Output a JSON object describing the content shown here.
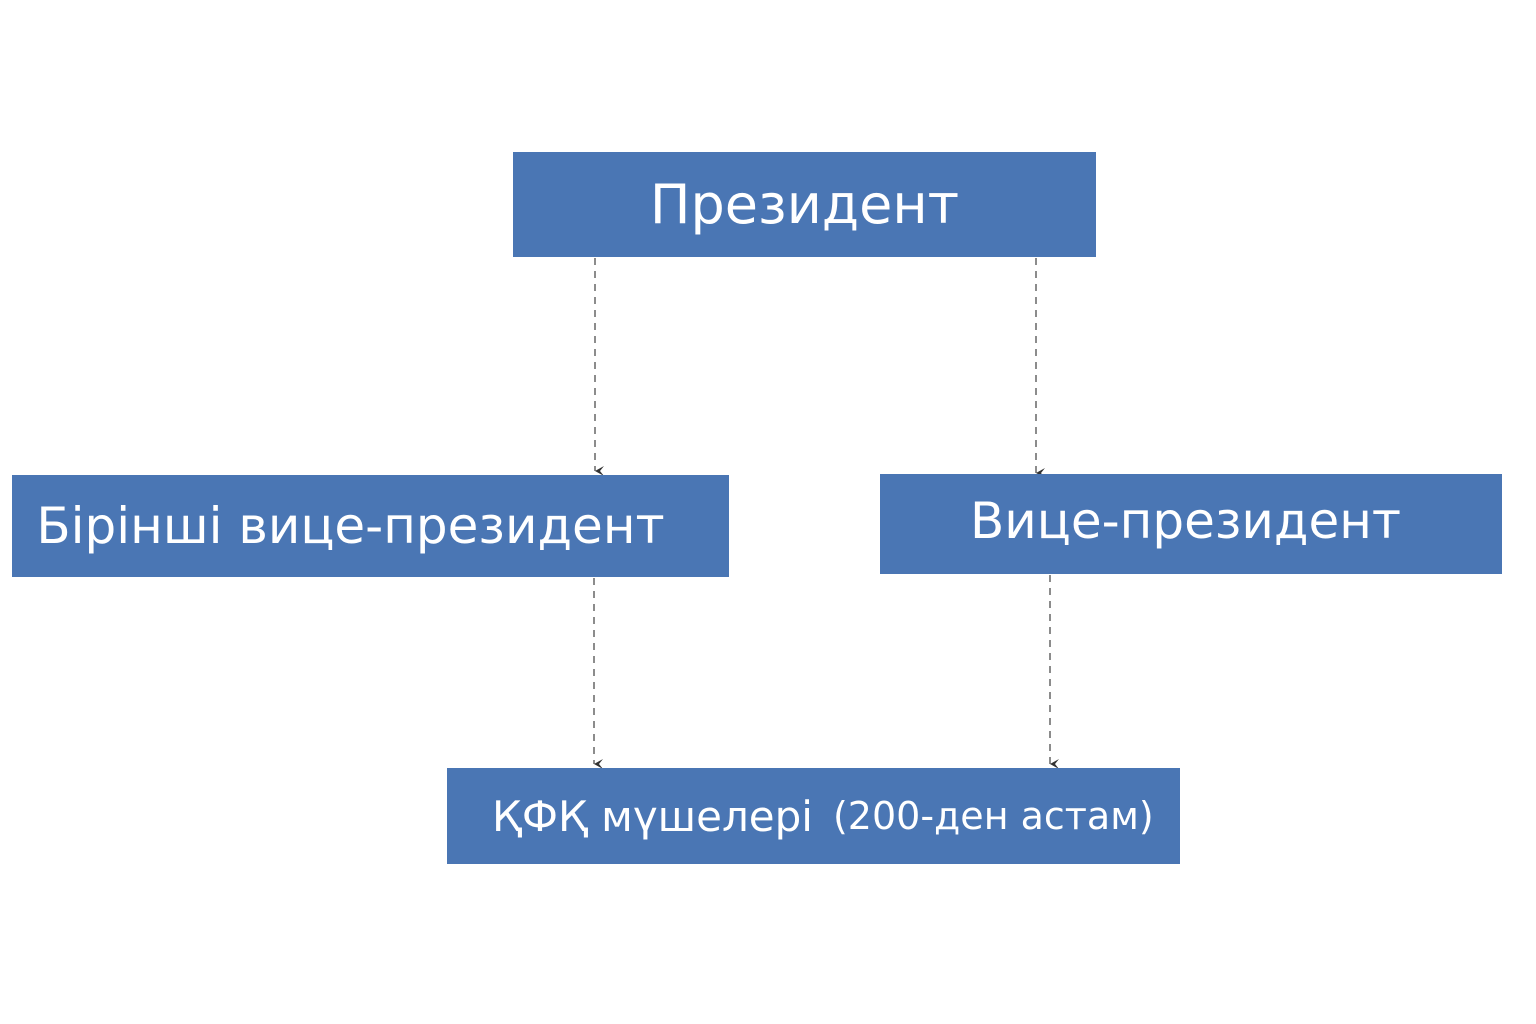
{
  "diagram": {
    "nodes": {
      "president": "Президент",
      "first_vice_president": "Бірінші вице-президент",
      "vice_president": "Вице-президент",
      "members_main": "ҚФҚ мүшелері",
      "members_extra": "(200-ден астам)"
    },
    "edges": [
      {
        "from": "president",
        "to": "first_vice_president",
        "style": "dashed"
      },
      {
        "from": "president",
        "to": "vice_president",
        "style": "dashed"
      },
      {
        "from": "first_vice_president",
        "to": "members",
        "style": "dashed"
      },
      {
        "from": "vice_president",
        "to": "members",
        "style": "dashed"
      }
    ],
    "colors": {
      "node_fill": "#4a76b4",
      "node_text": "#ffffff",
      "connector": "#666666",
      "background": "#ffffff"
    }
  }
}
